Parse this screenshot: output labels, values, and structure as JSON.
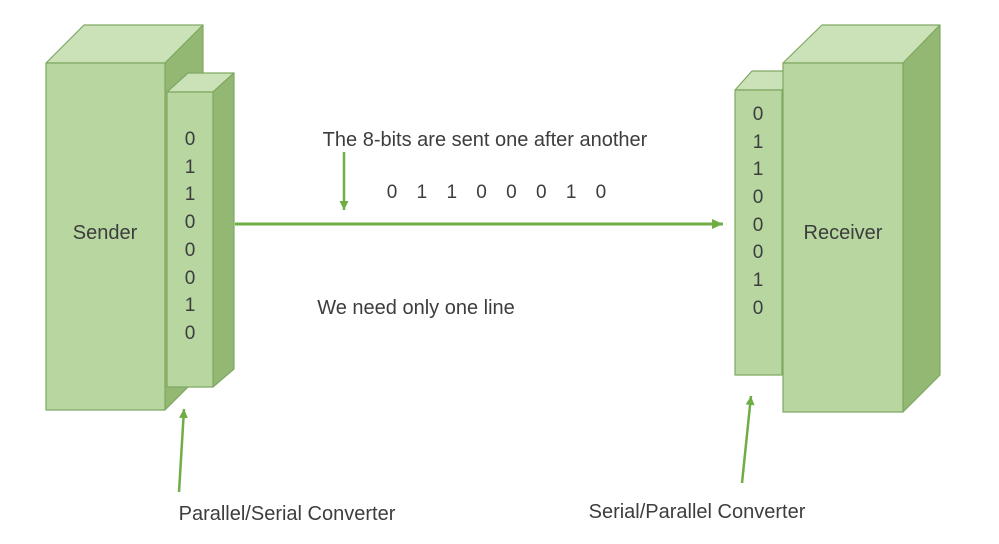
{
  "diagram": {
    "title_hint": "Serial transmission of 8 bits between sender and receiver"
  },
  "colors": {
    "face_front": "#b7d6a0",
    "face_top": "#cbe2b8",
    "face_side": "#93b873",
    "face_stroke": "#7fa861",
    "arrow_green": "#6fad45",
    "text": "#3d3d3d"
  },
  "sender": {
    "label": "Sender"
  },
  "receiver": {
    "label": "Receiver"
  },
  "sender_converter": {
    "label": "Parallel/Serial Converter",
    "bits": [
      "0",
      "1",
      "1",
      "0",
      "0",
      "0",
      "1",
      "0"
    ]
  },
  "receiver_converter": {
    "label": "Serial/Parallel Converter",
    "bits": [
      "0",
      "1",
      "1",
      "0",
      "0",
      "0",
      "1",
      "0"
    ]
  },
  "annotations": {
    "top_note": "The 8-bits are sent one after another",
    "serial_bits": "0 1 1 0 0 0 1 0",
    "middle_note": "We need only one line"
  }
}
